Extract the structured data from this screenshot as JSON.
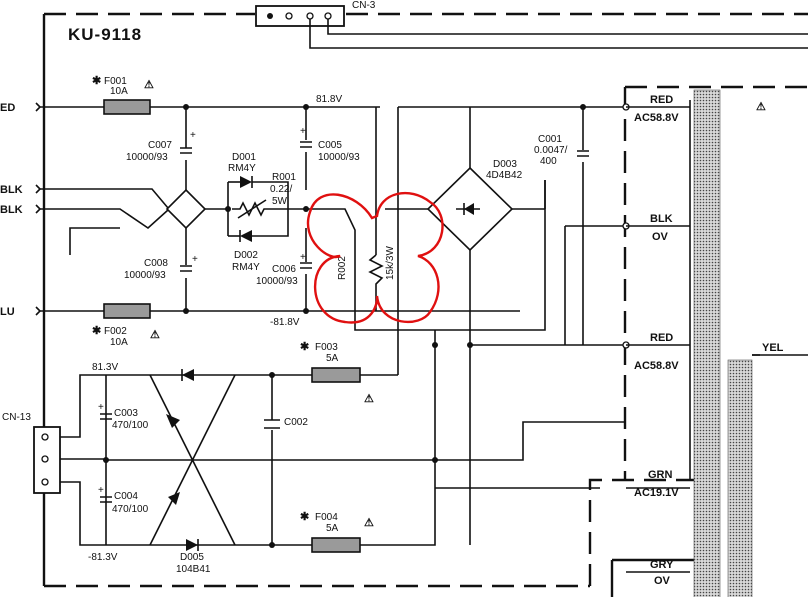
{
  "title": "KU-9118",
  "connectors": {
    "cn3": "CN-3",
    "cn13": "CN-13"
  },
  "inputs": [
    "ED",
    "BLK",
    "BLK",
    "LU"
  ],
  "fuses": {
    "f001": {
      "name": "F001",
      "rating": "10A"
    },
    "f002": {
      "name": "F002",
      "rating": "10A"
    },
    "f003": {
      "name": "F003",
      "rating": "5A"
    },
    "f004": {
      "name": "F004",
      "rating": "5A"
    }
  },
  "capacitors": {
    "c007": {
      "name": "C007",
      "value": "10000/93"
    },
    "c005": {
      "name": "C005",
      "value": "10000/93"
    },
    "c008": {
      "name": "C008",
      "value": "10000/93"
    },
    "c006": {
      "name": "C006",
      "value": "10000/93"
    },
    "c001": {
      "name": "C001",
      "value1": "0.0047/",
      "value2": "400"
    },
    "c003": {
      "name": "C003",
      "value": "470/100"
    },
    "c004": {
      "name": "C004",
      "value": "470/100"
    },
    "c002": {
      "name": "C002"
    }
  },
  "diodes": {
    "d001": {
      "name": "D001",
      "part": "RM4Y"
    },
    "d002": {
      "name": "D002",
      "part": "RM4Y"
    },
    "d003": {
      "name": "D003",
      "part": "4D4B42"
    },
    "d005": {
      "name": "D005",
      "part": "104B41"
    }
  },
  "resistors": {
    "r001": {
      "name": "R001",
      "value1": "0.22/",
      "value2": "5W"
    },
    "r002": {
      "name": "R002",
      "value": "15k/3W"
    }
  },
  "voltages": {
    "pos_main": "81.8V",
    "neg_main": "-81.8V",
    "pos_aux": "81.3V",
    "neg_aux": "-81.3V"
  },
  "transformer": {
    "red1": "RED",
    "ac1": "AC58.8V",
    "blk": "BLK",
    "ov1": "OV",
    "red2": "RED",
    "ac2": "AC58.8V",
    "yel": "YEL",
    "grn": "GRN",
    "ac3": "AC19.1V",
    "gry": "GRY",
    "ov2": "OV"
  },
  "marks": {
    "safety": "⚠",
    "star": "✱"
  }
}
